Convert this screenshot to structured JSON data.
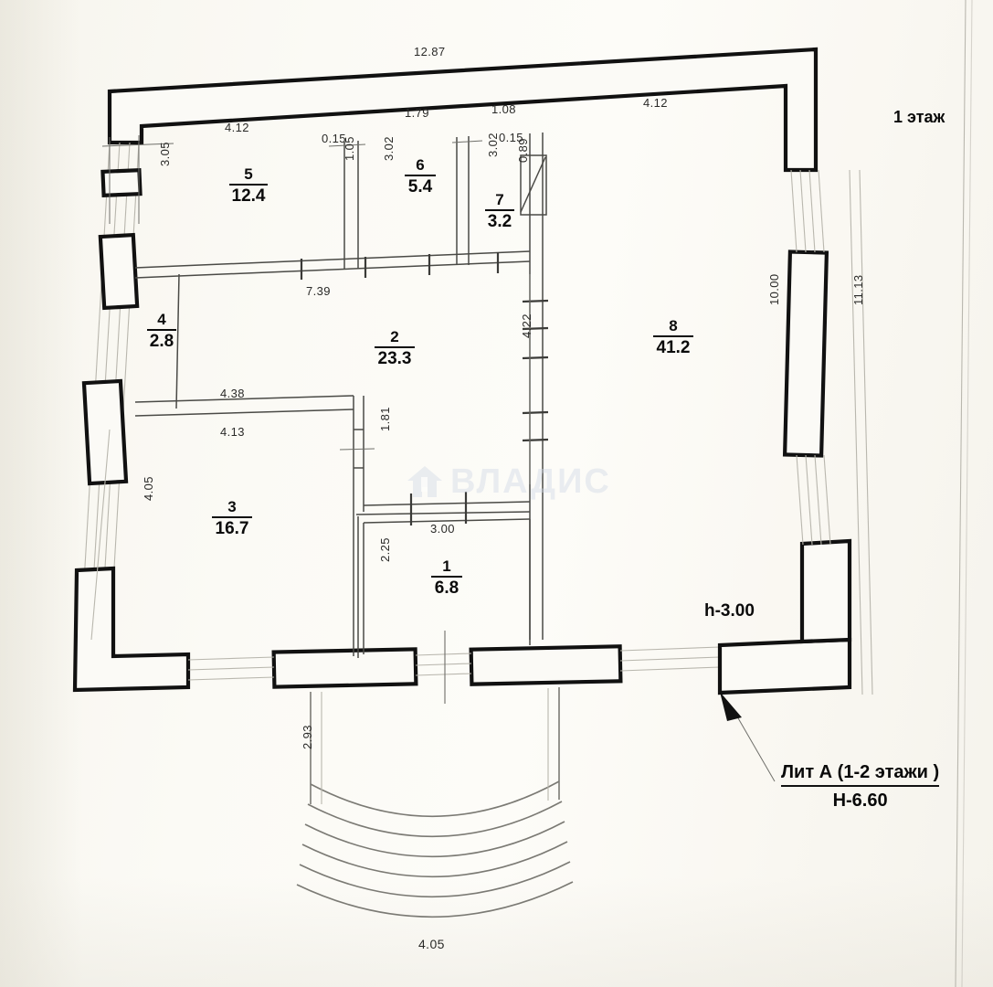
{
  "document": {
    "type": "floor-plan",
    "floor_tag": "1 этаж",
    "ceiling_note": "h-3.00",
    "building_literal": "Лит А (1-2 этажи )",
    "building_height": "Н-6.60",
    "watermark_text": "ВЛАДИС",
    "watermark_icon": "house-icon"
  },
  "rooms": [
    {
      "id": "room-5",
      "number": "5",
      "area": "12.4"
    },
    {
      "id": "room-6",
      "number": "6",
      "area": "5.4"
    },
    {
      "id": "room-7",
      "number": "7",
      "area": "3.2"
    },
    {
      "id": "room-4",
      "number": "4",
      "area": "2.8"
    },
    {
      "id": "room-2",
      "number": "2",
      "area": "23.3"
    },
    {
      "id": "room-8",
      "number": "8",
      "area": "41.2"
    },
    {
      "id": "room-3",
      "number": "3",
      "area": "16.7"
    },
    {
      "id": "room-1",
      "number": "1",
      "area": "6.8"
    }
  ],
  "dimensions": {
    "overall_top": "12.87",
    "top_left_segment": "4.12",
    "top_right_segment": "4.12",
    "room6_top": "1.79",
    "room7_top": "1.08",
    "wall_thickness_a": "0.15",
    "wall_thickness_b": "0.15",
    "left_wall_top": "3.05",
    "room5_inner_height": "1.05",
    "room6_height": "3.02",
    "room7_height": "3.02",
    "door7_width": "0.89",
    "corridor_width": "7.39",
    "room2_right_height": "4.22",
    "room3_top_outer": "4.38",
    "room3_top_inner": "4.13",
    "room2_notch": "1.81",
    "left_wall_lower": "4.05",
    "room1_top": "3.00",
    "room1_left": "2.25",
    "right_inner_height": "10.00",
    "right_outer_height": "11.13",
    "porch_depth": "2.93",
    "porch_width": "4.05"
  }
}
